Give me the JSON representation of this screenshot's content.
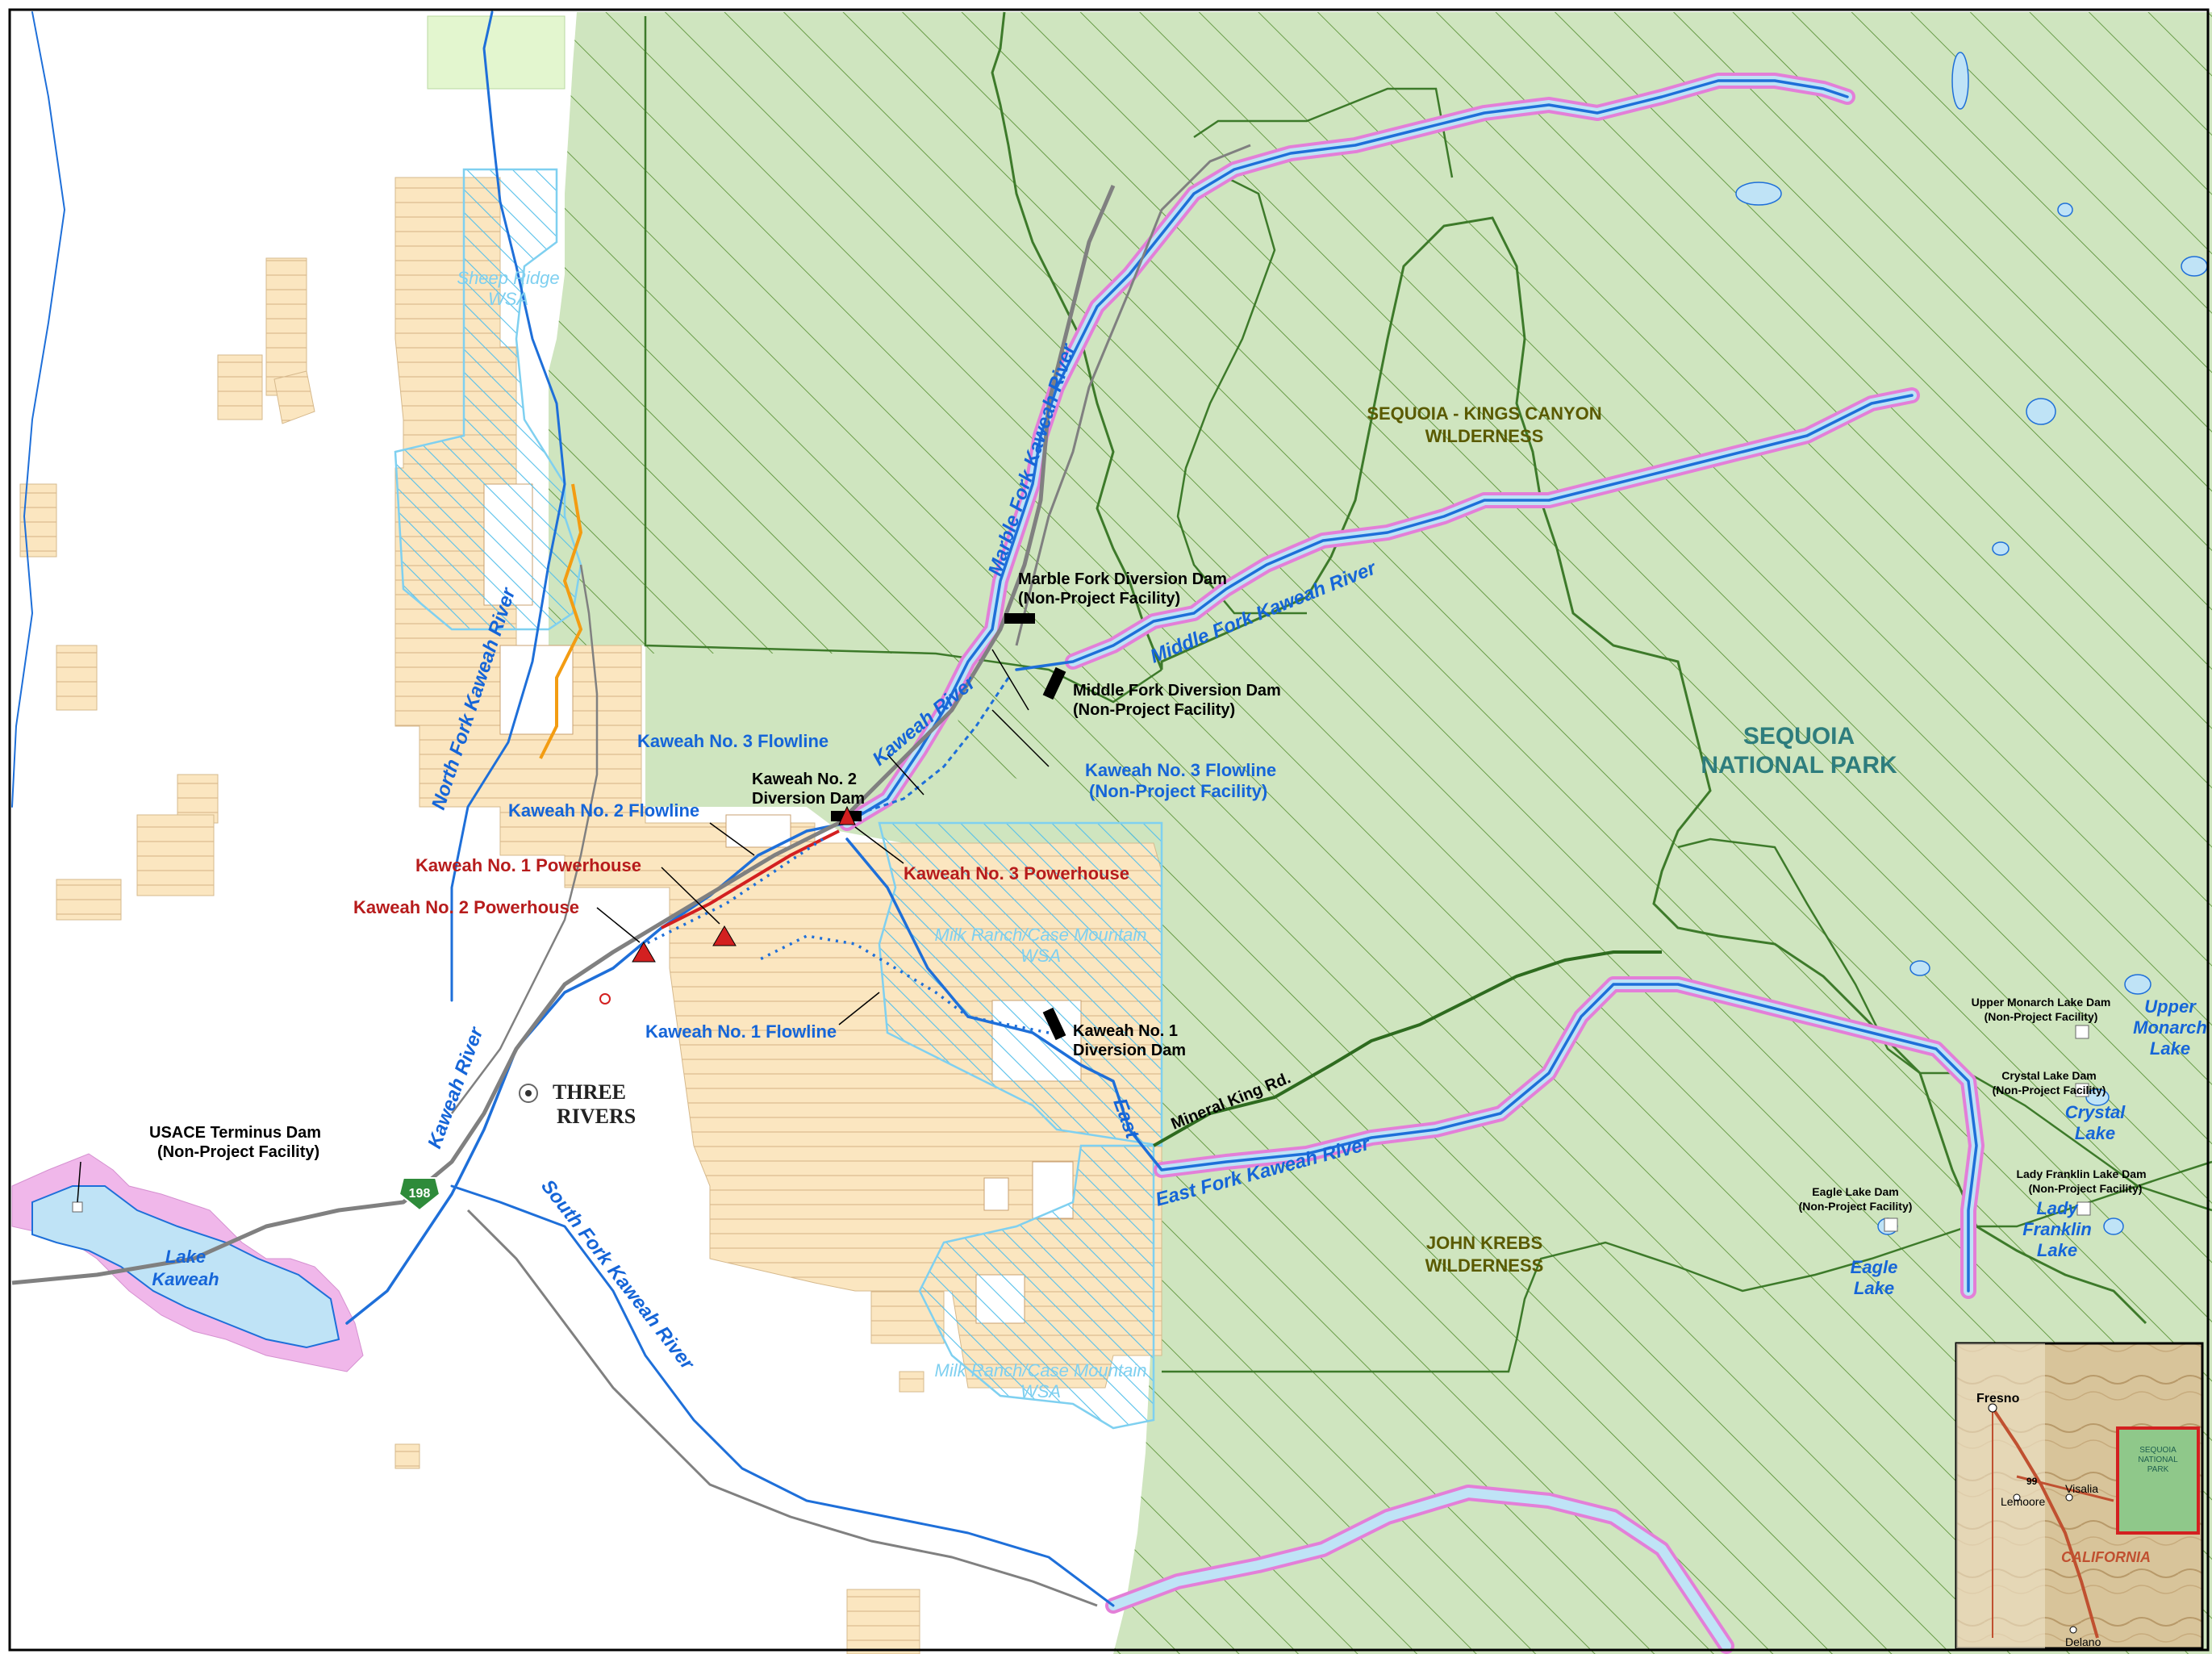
{
  "colors": {
    "park_fill": "#cfe5bf",
    "wilderness_hatch": "#4f8a2a",
    "wsa_hatch": "#7fd0f0",
    "blm_fill": "#fbe6c0",
    "river": "#1e6fd9",
    "wild_scenic": "#e37fd8",
    "boundary": "#3d7a2a",
    "facility": "#d32020",
    "lake": "#bfe3f6",
    "reservoir_buffer": "#f0b7ea"
  },
  "wilderness_areas": [
    {
      "line1": "SEQUOIA - KINGS CANYON",
      "line2": "WILDERNESS"
    },
    {
      "line1": "JOHN KREBS",
      "line2": "WILDERNESS"
    }
  ],
  "park": {
    "line1": "SEQUOIA",
    "line2": "NATIONAL PARK"
  },
  "wsas": [
    {
      "line1": "Sheep Ridge",
      "line2": "WSA"
    },
    {
      "line1": "Milk Ranch/Case Mountain",
      "line2": "WSA"
    },
    {
      "line1": "Milk Ranch/Case Mountain",
      "line2": "WSA"
    }
  ],
  "rivers": {
    "marble_fork": "Marble Fork Kaweah River",
    "middle_fork": "Middle Fork Kaweah River",
    "north_fork": "North Fork Kaweah River",
    "kaweah_upper": "Kaweah River",
    "kaweah_lower": "Kaweah River",
    "east_fork": "East Fork Kaweah River",
    "south_fork": "South Fork Kaweah River"
  },
  "facilities": {
    "marble_dam": {
      "line1": "Marble Fork Diversion Dam",
      "line2": "(Non-Project Facility)"
    },
    "middle_dam": {
      "line1": "Middle Fork Diversion Dam",
      "line2": "(Non-Project Facility)"
    },
    "k3_flowline_nonproject": {
      "line1": "Kaweah No. 3 Flowline",
      "line2": "(Non-Project Facility)"
    },
    "k3_flowline": "Kaweah No. 3 Flowline",
    "k2_diversion": {
      "line1": "Kaweah No. 2",
      "line2": "Diversion Dam"
    },
    "k2_flowline": "Kaweah No. 2 Flowline",
    "k1_powerhouse": "Kaweah No. 1 Powerhouse",
    "k2_powerhouse": "Kaweah No. 2 Powerhouse",
    "k3_powerhouse": "Kaweah No. 3 Powerhouse",
    "k1_flowline": "Kaweah No. 1 Flowline",
    "k1_diversion": {
      "line1": "Kaweah No. 1",
      "line2": "Diversion Dam"
    },
    "terminus_dam": {
      "line1": "USACE Terminus Dam",
      "line2": "(Non-Project Facility)"
    }
  },
  "town": {
    "line1": "THREE",
    "line2": "RIVERS"
  },
  "road": {
    "name": "Mineral King Rd.",
    "highway": "198"
  },
  "lakes": {
    "kaweah": {
      "line1": "Lake",
      "line2": "Kaweah"
    },
    "upper_monarch": {
      "dam1": "Upper Monarch Lake Dam",
      "dam2": "(Non-Project Facility)",
      "name1": "Upper",
      "name2": "Monarch",
      "name3": "Lake"
    },
    "crystal": {
      "dam1": "Crystal Lake Dam",
      "dam2": "(Non-Project Facility)",
      "name1": "Crystal",
      "name2": "Lake"
    },
    "lady_franklin": {
      "dam1": "Lady Franklin Lake Dam",
      "dam2": "(Non-Project Facility)",
      "name1": "Lady",
      "name2": "Franklin",
      "name3": "Lake"
    },
    "eagle": {
      "dam1": "Eagle Lake Dam",
      "dam2": "(Non-Project Facility)",
      "name1": "Eagle",
      "name2": "Lake"
    }
  },
  "inset": {
    "fresno": "Fresno",
    "lemoore": "Lemoore",
    "visalia": "Visalia",
    "delano": "Delano",
    "route": "99",
    "state": "CALIFORNIA",
    "park1": "SEQUOIA",
    "park2": "NATIONAL",
    "park3": "PARK"
  }
}
